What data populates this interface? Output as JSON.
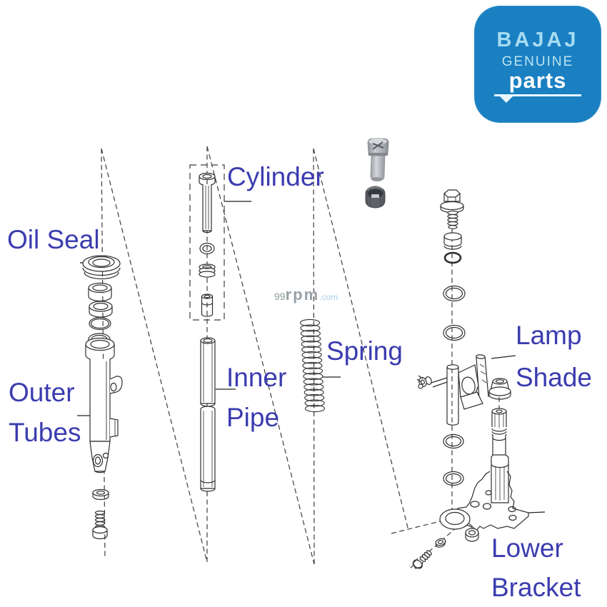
{
  "page": {
    "background": "#ffffff"
  },
  "logo": {
    "brand": "BAJAJ",
    "subtitle": "GENUINE",
    "word": "parts",
    "bg_color": "#1a80c2",
    "brand_color": "#a6dcf2",
    "subtitle_color": "#bce4f2",
    "word_color": "#ffffff"
  },
  "watermark": {
    "prefix": "99",
    "mid": "rpm",
    "suffix": ".com",
    "prefix_color": "#8f9f96",
    "mid_color": "#9aa1a8",
    "suffix_color": "#aacfe8"
  },
  "labels": {
    "color": "#3b3caf",
    "oil_seal": "Oil Seal",
    "outer_tubes": [
      "Outer",
      "Tubes"
    ],
    "cylinder": "Cylinder",
    "inner_pipe": [
      "Inner",
      "Pipe"
    ],
    "spring": "Spring",
    "lamp_shade": [
      "Lamp",
      "Shade"
    ],
    "lower_bracket": [
      "Lower",
      "Bracket"
    ]
  },
  "diagram": {
    "line_color": "#2f2f2f",
    "dash_color": "#3c3c3c",
    "depicted_parts": [
      "oil-seal",
      "seal-washers",
      "outer-tube",
      "drain-bolt",
      "cylinder",
      "cylinder-washer",
      "spring-seat",
      "rebound-cushion",
      "inner-pipe",
      "fork-spring",
      "top-bolt",
      "top-bushing",
      "hex-bolt",
      "washer-stack",
      "o-rings",
      "lamp-shade-bracket",
      "cone-race",
      "steering-stem",
      "lower-bracket",
      "stem-bolt",
      "stem-nut"
    ]
  }
}
